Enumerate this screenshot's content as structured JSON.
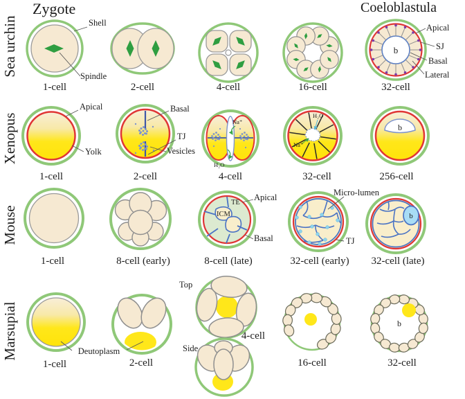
{
  "titles": {
    "zygote": "Zygote",
    "coeloblastula": "Coeloblastula"
  },
  "rows": {
    "seaurchin": {
      "name": "Sea urchin",
      "stages": [
        "1-cell",
        "2-cell",
        "4-cell",
        "16-cell",
        "32-cell"
      ],
      "labels": {
        "shell": "Shell",
        "spindle": "Spindle",
        "apical": "Apical",
        "sj": "SJ",
        "basal": "Basal",
        "lateral": "Lateral",
        "blastocoel": "b"
      }
    },
    "xenopus": {
      "name": "Xenopus",
      "stages": [
        "1-cell",
        "2-cell",
        "4-cell",
        "32-cell",
        "256-cell"
      ],
      "labels": {
        "apical": "Apical",
        "yolk": "Yolk",
        "basal": "Basal",
        "tj": "TJ",
        "vesicles": "Vesicles",
        "sodium": "Na⁺",
        "water": "H₂O",
        "blastocoel": "b"
      }
    },
    "mouse": {
      "name": "Mouse",
      "stages": [
        "1-cell",
        "8-cell (early)",
        "8-cell (late)",
        "32-cell (early)",
        "32-cell (late)"
      ],
      "labels": {
        "te": "TE",
        "icm": "ICM",
        "apical": "Apical",
        "basal": "Basal",
        "microlumen": "Micro-lumen",
        "tj": "TJ",
        "blastocoel": "b"
      }
    },
    "marsupial": {
      "name": "Marsupial",
      "stages": [
        "1-cell",
        "2-cell",
        "4-cell",
        "16-cell",
        "32-cell"
      ],
      "labels": {
        "deutoplasm": "Deutoplasm",
        "top": "Top",
        "side": "Side",
        "blastocoel": "b"
      }
    }
  },
  "colors": {
    "shell_green": "#8fc878",
    "apical_red": "#e03535",
    "spindle_green": "#2f9e41",
    "yolk_yellow": "#ffe71a",
    "cell_beige": "#f6e9d2",
    "icm_beige": "#f9eecb",
    "membrane_blue": "#4a73c4",
    "basal_blue": "#5b7fc4",
    "vesicle_blue": "#7d93cc",
    "microlumen_blue": "#8ed3ee",
    "blastocoel_blue": "#a8dcf5",
    "te_fill_green": "#dcead0",
    "sj_purple": "#7d3ba8",
    "sodium_green": "#3aa74a",
    "water_blue": "#56b8dc"
  }
}
